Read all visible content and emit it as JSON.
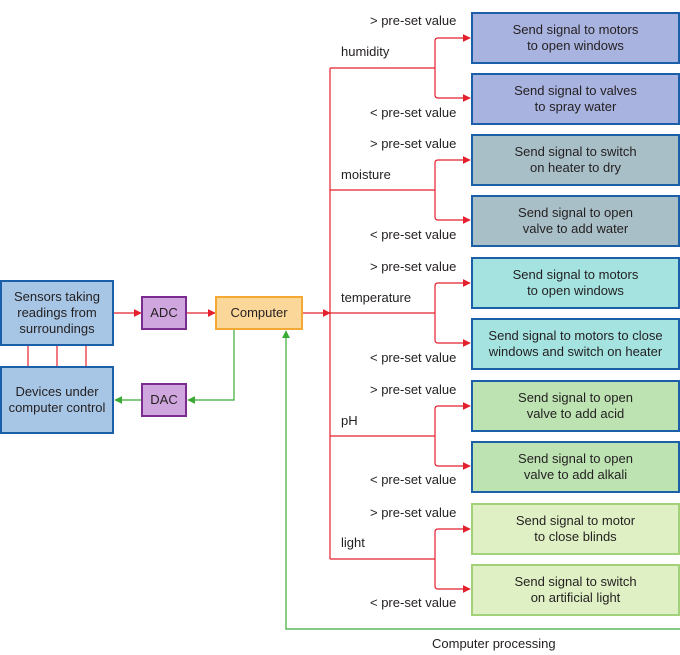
{
  "left": {
    "sensors": "Sensors taking readings from surroundings",
    "devices": "Devices under computer control",
    "adc": "ADC",
    "dac": "DAC",
    "computer": "Computer"
  },
  "parameters": [
    {
      "name": "humidity",
      "above": "> pre-set value",
      "below": "< pre-set value",
      "above_action": "Send signal to motors\nto open windows",
      "below_action": "Send signal to valves\nto spray water",
      "color": "#a9b3e0"
    },
    {
      "name": "moisture",
      "above": "> pre-set value",
      "below": "< pre-set value",
      "above_action": "Send signal to switch\non heater to dry",
      "below_action": "Send signal to open\nvalve to add water",
      "color": "#a9bfc7"
    },
    {
      "name": "temperature",
      "above": "> pre-set value",
      "below": "< pre-set value",
      "above_action": "Send signal to motors\nto open windows",
      "below_action": "Send signal to motors to close\nwindows and switch on heater",
      "color": "#a4e3e0"
    },
    {
      "name": "pH",
      "above": "> pre-set value",
      "below": "< pre-set value",
      "above_action": "Send signal to open\nvalve to add acid",
      "below_action": "Send signal to open\nvalve to add alkali",
      "color": "#bde3b3"
    },
    {
      "name": "light",
      "above": "> pre-set value",
      "below": "< pre-set value",
      "above_action": "Send signal to motor\nto close blinds",
      "below_action": "Send signal to switch\non artificial light",
      "color": "#dff0c4"
    }
  ],
  "footer": "Computer processing",
  "colors": {
    "sensor_box": "#a7c6e6",
    "converter_box": "#cfa6dd",
    "computer_box": "#fcd79a",
    "computer_border": "#f4a934",
    "red_arrow": "#e4202e",
    "green_arrow": "#3aaa35"
  }
}
